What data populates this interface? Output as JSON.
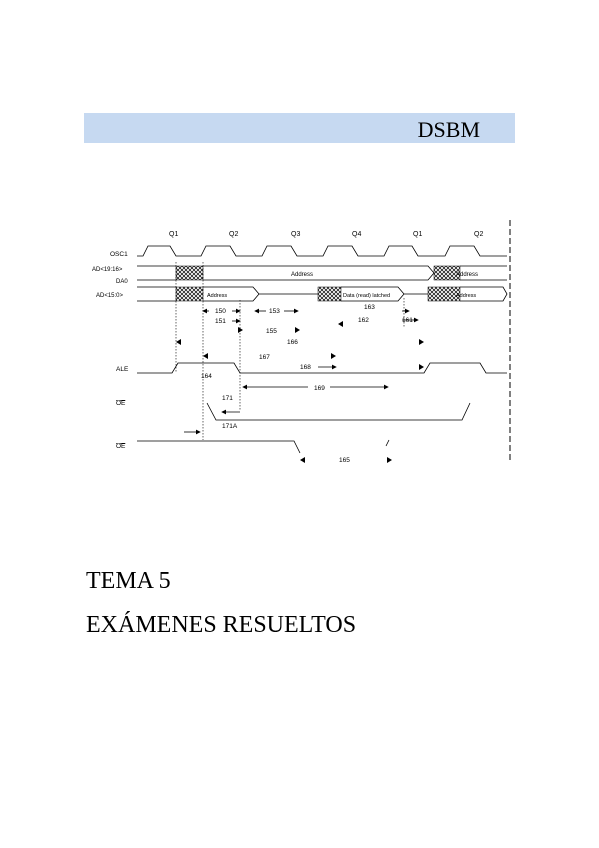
{
  "header": {
    "title": "DSBM",
    "bar_color": "#c6d9f1"
  },
  "diagram": {
    "quarters": [
      "Q1",
      "Q2",
      "Q3",
      "Q4",
      "Q1",
      "Q2"
    ],
    "signals": {
      "osc": "OSC1",
      "ad_high": "AD<19:16>",
      "ad_high2": "DA0",
      "ad_low": "AD<15:0>",
      "ale": "ALE",
      "oe_bar": "OE",
      "oe_bar2": "OE"
    },
    "bus_labels": {
      "address_high": "Address",
      "address_high2": "Address",
      "address_low": "Address",
      "data_low": "Data (read) latched",
      "address_low2": "Address"
    },
    "timing_labels": {
      "t150": "150",
      "t151": "151",
      "t153": "153",
      "t155": "155",
      "t162": "162",
      "t163": "163",
      "t161": "161",
      "t166": "166",
      "t167": "167",
      "t168": "168",
      "t164": "164",
      "t169": "169",
      "t171": "171",
      "t171a": "171A",
      "t165": "165"
    }
  },
  "content": {
    "topic": "TEMA 5",
    "subtopic": "EXÁMENES RESUELTOS"
  }
}
